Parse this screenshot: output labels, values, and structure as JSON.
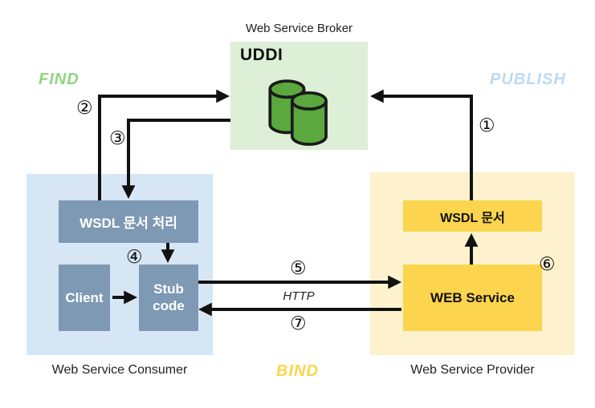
{
  "broker": {
    "label": "Web Service Broker",
    "uddi": "UDDI"
  },
  "operations": {
    "find": "FIND",
    "publish": "PUBLISH",
    "bind": "BIND"
  },
  "consumer": {
    "label": "Web Service Consumer",
    "wsdl_processing": "WSDL 문서 처리",
    "client": "Client",
    "stub_code": "Stub code"
  },
  "provider": {
    "label": "Web Service Provider",
    "wsdl_document": "WSDL 문서",
    "web_service": "WEB Service"
  },
  "steps": {
    "1": "①",
    "2": "②",
    "3": "③",
    "4": "④",
    "5": "⑤",
    "6": "⑥",
    "7": "⑦"
  },
  "http_label": "HTTP",
  "icons": {
    "database": "green database cylinders"
  },
  "colors": {
    "broker-bg": "#ddefd6",
    "db-green": "#5aa83e",
    "consumer-bg": "#d7e6f5",
    "consumer-box": "#7e99b4",
    "provider-bg": "#fdf2cd",
    "provider-box": "#fcd44d",
    "find-green": "#92d57e",
    "publish-blue": "#bdd9f4",
    "bind-yellow": "#fcd64b",
    "arrow-black": "#111111"
  }
}
